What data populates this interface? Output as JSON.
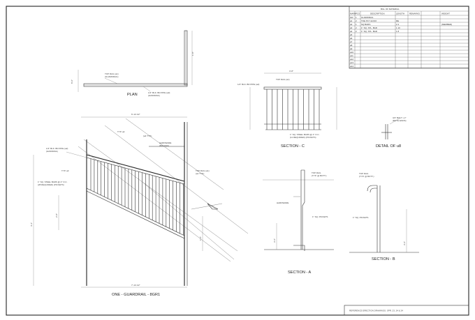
{
  "titles": {
    "plan": "PLAN",
    "section_c": "SECTION - C",
    "detail": "DETAIL OF u8",
    "section_a": "SECTION - A",
    "section_b": "SECTION - B",
    "main": "ONE - GUARDRAIL - 8GR1"
  },
  "bill_of_material": {
    "title": "BILL OF MATERIAL",
    "headers": [
      "MARK",
      "PCS",
      "DESCRIPTION",
      "LENGTH",
      "REMARKS",
      "WEIGHT"
    ],
    "rows": [
      [
        "GR",
        "1",
        "GUARDRAIL",
        "",
        "",
        ""
      ],
      [
        "a1",
        "2",
        "TOE PLT 4x3/16",
        "RE",
        "",
        ""
      ],
      [
        "a2",
        "1",
        "SQ BARS",
        "2 4",
        "",
        "(MEMBER)"
      ],
      [
        "a3",
        "2",
        "1\" SQ. STL. BAR",
        "1 10",
        "",
        ""
      ],
      [
        "a4",
        "2",
        "1\" SQ. STL. BAR",
        "1 8",
        "",
        ""
      ]
    ],
    "row_marks": [
      "a5",
      "a6",
      "a7",
      "a8",
      "a9",
      "a10",
      "a11",
      "a12",
      "a13",
      "a14"
    ]
  },
  "labels": {
    "plan_rail": "TOP RAIL (a1)",
    "plan_guard": "(GUARDRAIL)",
    "plan_pipe": "1/2\" BLK. BD PIPE (a3)",
    "plan_hand": "(HANDRAIL)",
    "sec_c_pipe": "1/4\" BLK. BD PIPE (a2)",
    "sec_c_rail": "TOP RAIL (a1)",
    "sec_c_bar": "1\" SQ. STEEL BARS @ 4\" O.C.",
    "sec_c_pickets": "(11 REQUIRED) (PICKETS)",
    "detail_note": "3/4\" BOLT x 2\"",
    "detail_sub": "(BOTH ENDS)",
    "sec_a_rail": "TOP RAIL",
    "sec_a_sub": "(TYP. @ BOTT.)",
    "sec_a_grab": "HARDWARE",
    "sec_a_bolt": "1\" SQ. PICKETS",
    "sec_b_rail": "TOP RAIL",
    "sec_b_sub": "(TYP. @ BOTT.)",
    "sec_b_pickets": "1\" SQ. PICKETS",
    "main_pipe": "1/4\" BLK. BD PIPE (a2)",
    "main_hand": "(HANDRAIL)",
    "main_bar": "1\" SQ. STEEL BARS @ 4\" O.C.",
    "main_pickets": "(28 REQUIRED) (PICKETS)",
    "main_rail": "TOP RAIL (a1)",
    "main_sub": "(a1 TYP.)",
    "main_grab": "HARDWARE",
    "main_grab2": "(BOLTED)",
    "main_post": "TYP. a4",
    "main_post2": "(a4 TYP.)",
    "main_end": "TYP. a3",
    "dim_top": "6'-10 1/2\"",
    "dim_total": "7'-10 1/2\"",
    "dim_ht": "4'-4\"",
    "dim_sub1": "2'-8\"",
    "dim_sub2": "1'-6\"",
    "dim_sec_c": "3'-8\"",
    "dim_plan": "8'-0\"",
    "dim_plan2": "1'-8\"",
    "dim_sa_ht": "3'-6\"",
    "dim_sb_ht": "3'-6\""
  },
  "reference": "REFERENCE ERECTION DRAWINGS: SPR. 23, 24 & 24"
}
